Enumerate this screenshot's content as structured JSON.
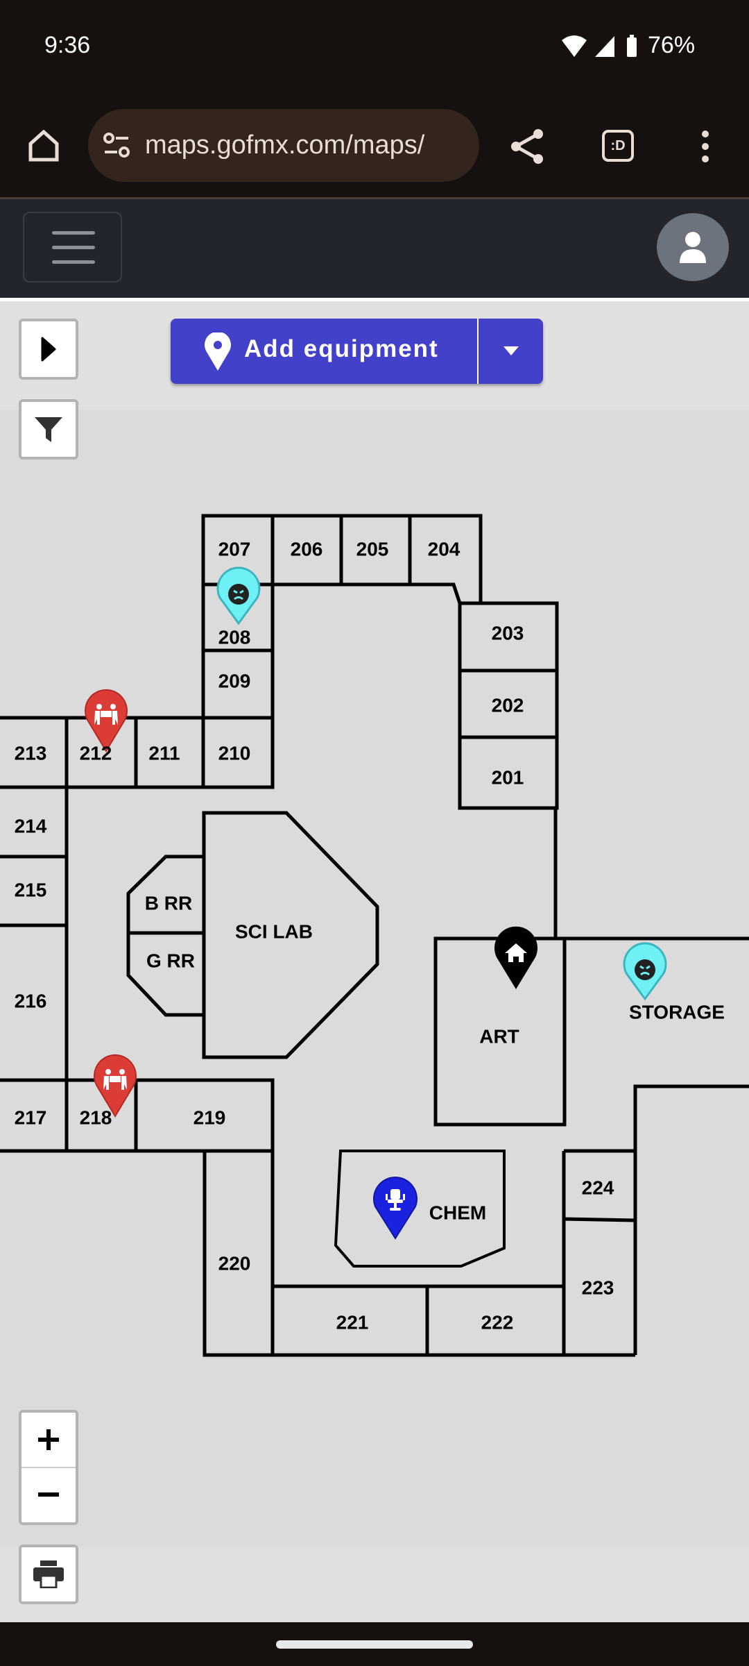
{
  "status_bar": {
    "time": "9:36",
    "battery": "76%"
  },
  "browser": {
    "url": "maps.gofmx.com/maps/",
    "tab_switcher": ":D"
  },
  "toolbar": {
    "add_equipment_label": "Add equipment"
  },
  "map": {
    "rooms": {
      "r207": "207",
      "r206": "206",
      "r205": "205",
      "r204": "204",
      "r208": "208",
      "r209": "209",
      "r210": "210",
      "r211": "211",
      "r212": "212",
      "r213": "213",
      "r203": "203",
      "r202": "202",
      "r201": "201",
      "r214": "214",
      "r215": "215",
      "r216": "216",
      "r217": "217",
      "r218": "218",
      "r219": "219",
      "brr": "B RR",
      "grr": "G RR",
      "scilab": "SCI LAB",
      "art": "ART",
      "storage": "STORAGE",
      "chem": "CHEM",
      "r220": "220",
      "r221": "221",
      "r222": "222",
      "r223": "223",
      "r224": "224"
    },
    "markers": [
      {
        "room": "208",
        "icon": "angry-face-icon",
        "color": "#6ff0f5"
      },
      {
        "room": "212",
        "icon": "people-carry-icon",
        "color": "#db3c36"
      },
      {
        "room": "218",
        "icon": "people-carry-icon",
        "color": "#db3c36"
      },
      {
        "room": "ART",
        "icon": "home-icon",
        "color": "#000000"
      },
      {
        "room": "STORAGE",
        "icon": "angry-face-icon",
        "color": "#6ff0f5"
      },
      {
        "room": "CHEM",
        "icon": "office-chair-icon",
        "color": "#1a22e0"
      }
    ]
  },
  "colors": {
    "accent": "#4340c9",
    "header": "#22252b",
    "browser": "#16110e"
  }
}
